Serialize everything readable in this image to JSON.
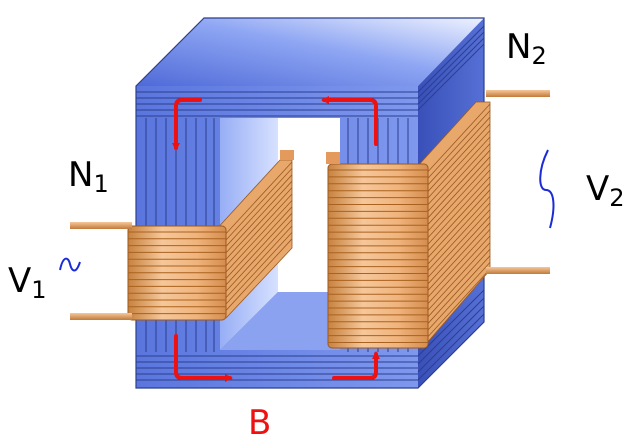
{
  "labels": {
    "n1_base": "N",
    "n1_sub": "1",
    "n2_base": "N",
    "n2_sub": "2",
    "v1_base": "V",
    "v1_sub": "1",
    "v2_base": "V",
    "v2_sub": "2",
    "flux": "B"
  },
  "colors": {
    "core_front": "#6d89e8",
    "core_top": "#8ea6f3",
    "core_side": "#4560c8",
    "lamination_line": "#2c3f8e",
    "copper_light": "#f6c79a",
    "copper_mid": "#e39a5c",
    "copper_dark": "#b86a2c",
    "flux_arrow": "#ee1111",
    "flux_label": "#ee1111",
    "text": "#000000",
    "ac_symbol": "#1a2bd8"
  },
  "icons": {
    "ac_source_primary": "sine-wave-icon",
    "ac_source_secondary": "sine-wave-icon"
  }
}
